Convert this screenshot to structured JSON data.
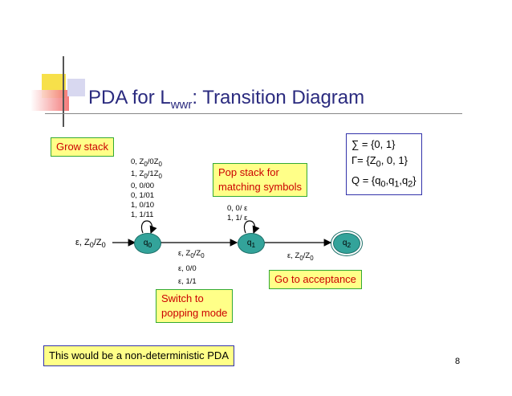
{
  "slide": {
    "title_main": "PDA for L",
    "title_sub": "wwr",
    "title_tail": ": Transition Diagram",
    "page_number": "8"
  },
  "callouts": {
    "grow_stack": "Grow stack",
    "pop_stack_1": "Pop stack for",
    "pop_stack_2": "matching symbols",
    "switch_1": "Switch to",
    "switch_2": "popping mode",
    "acceptance": "Go to acceptance",
    "nondeterministic": "This would be a non-deterministic PDA"
  },
  "definitions": {
    "sigma": "∑ = {0, 1}",
    "gamma_pre": "Γ= {Z",
    "gamma_post": ", 0, 1}",
    "q_pre": "Q = {q",
    "q_mid1": ",q",
    "q_mid2": ",q",
    "q_post": "}",
    "sub0": "0",
    "sub1": "1",
    "sub2": "2"
  },
  "states": {
    "q0": "q",
    "q0_sub": "0",
    "q1": "q",
    "q1_sub": "1",
    "q2": "q",
    "q2_sub": "2"
  },
  "transitions": {
    "start": {
      "pre": "ε, Z",
      "mid": "/Z",
      "sub": "0"
    },
    "q0_loop": [
      {
        "a": "0, Z",
        "b": "/0Z",
        "sub": "0"
      },
      {
        "a": "1, Z",
        "b": "/1Z",
        "sub": "0"
      },
      {
        "text": "0, 0/00"
      },
      {
        "text": "0, 1/01"
      },
      {
        "text": "1, 0/10"
      },
      {
        "text": "1, 1/11"
      }
    ],
    "q0_q1": [
      {
        "a": "ε, Z",
        "b": "/Z",
        "sub": "0"
      },
      {
        "text": "ε, 0/0"
      },
      {
        "text": "ε, 1/1"
      }
    ],
    "q1_loop": [
      {
        "text": "0, 0/ ε"
      },
      {
        "text": "1, 1/ ε"
      }
    ],
    "q1_q2": {
      "a": "ε, Z",
      "b": "/Z",
      "sub": "0"
    }
  }
}
